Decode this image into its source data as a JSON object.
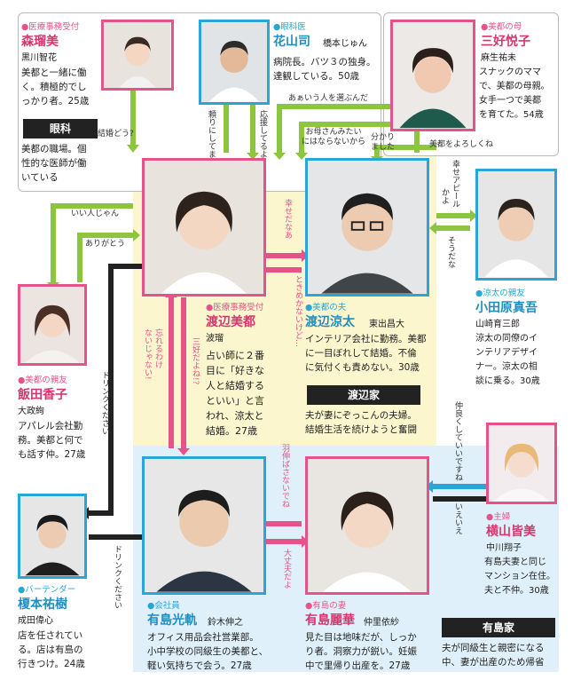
{
  "people": {
    "morirumi": {
      "role": "●医療事務受付",
      "name": "森瑠美",
      "actor": "黒川智花",
      "desc": [
        "美都と一緒に働",
        "く。積極的でし",
        "っかり者。25歳"
      ]
    },
    "hanayama": {
      "role": "●眼科医",
      "name": "花山司",
      "actor": "橋本じゅん",
      "desc": [
        "病院長。バツ３の独身。",
        "達観している。50歳"
      ]
    },
    "miyoshi": {
      "role": "●美都の母",
      "name": "三好悦子",
      "actor": "麻生祐未",
      "desc": [
        "スナックのママ",
        "で、美都の母親。",
        "女手一つで美都",
        "を育てた。54歳"
      ]
    },
    "mito": {
      "role": "●医療事務受付",
      "name": "渡辺美都",
      "actor": "波瑠",
      "desc": [
        "占い師に２番",
        "目に「好きな",
        "人と結婚する",
        "といい」と言",
        "われ、涼太と",
        "結婚。27歳"
      ]
    },
    "ryota": {
      "role": "●美都の夫",
      "name": "渡辺涼太",
      "actor": "東出昌大",
      "desc": [
        "インテリア会社に勤務。美都",
        "に一目ぼれして結婚。不倫",
        "に気付くも責めない。30歳"
      ]
    },
    "odawara": {
      "role": "●涼太の親友",
      "name": "小田原真吾",
      "actor": "山崎育三郎",
      "desc": [
        "涼太の同僚のイ",
        "ンテリアデザイ",
        "ナー。涼太の相",
        "談に乗る。30歳"
      ]
    },
    "iida": {
      "role": "●美都の親友",
      "name": "飯田香子",
      "actor": "大政絢",
      "desc": [
        "アパレル会社勤",
        "務。美都と何で",
        "も話す仲。27歳"
      ]
    },
    "yokoyama": {
      "role": "●主婦",
      "name": "横山皆美",
      "actor": "中川翔子",
      "desc": [
        "有島夫妻と同じ",
        "マンション在住。",
        "夫と不仲。30歳"
      ]
    },
    "enomoto": {
      "role": "●バーテンダー",
      "name": "榎本祐樹",
      "actor": "成田偉心",
      "desc": [
        "店を任されてい",
        "る。店は有島の",
        "行きつけ。24歳"
      ]
    },
    "mitsuki": {
      "role": "●会社員",
      "name": "有島光軌",
      "actor": "鈴木伸之",
      "desc": [
        "オフィス用品会社営業部。",
        "小中学校の同級生の美都と、",
        "軽い気持ちで会う。27歳"
      ]
    },
    "reika": {
      "role": "●有島の妻",
      "name": "有島麗華",
      "actor": "仲里依紗",
      "desc": [
        "見た目は地味だが、しっか",
        "り者。洞察力が鋭い。妊娠",
        "中で里帰り出産を。27歳"
      ]
    }
  },
  "groups": {
    "ganka": {
      "title": "眼科",
      "desc": [
        "美都の職場。個",
        "性的な医師が働",
        "いている"
      ]
    },
    "watanabe": {
      "title": "渡辺家",
      "desc": [
        "夫が妻にぞっこんの夫婦。",
        "結婚生活を続けようと奮闘"
      ]
    },
    "arishima": {
      "title": "有島家",
      "desc": [
        "夫が同級生と親密になる",
        "中、妻が出産のため帰省"
      ]
    }
  },
  "relations": {
    "kekkon_dou": "結婚どう?",
    "tanomi_ni_shitemasu": "頼りにしてます",
    "ouen_shiteru_yo": "応援してるよ",
    "aaiu_hito": "あぁいう人を選ぶんだ",
    "okaasan_mitai": [
      "お母さんみたい",
      "にはならないから"
    ],
    "wakarimashita": [
      "分かり",
      "ました"
    ],
    "mito_yoroshiku": "美都をよろしくね",
    "shiawase_appeal": [
      "幸せアピール",
      "かよ"
    ],
    "sou_da_na": "そうだな",
    "ii_hito_janai": "いい人じゃん",
    "arigatou": "ありがとう",
    "shiawase_da_naa": "幸せだなあ",
    "tokimeka_nai": "ときめかないけど…",
    "wasureru_wake": [
      "忘れるわけ",
      "ないじゃない!"
    ],
    "miyoshi_da_yo": "三好だよね!?",
    "drink_1": "ドリンクください",
    "hanebasi": "羽伸ばさないでね",
    "daijoubu": "大丈夫だよ",
    "nakayoku": [
      "仲良くしていいですね"
    ],
    "iieie": "いえいえ",
    "drink_2": "ドリンクください"
  },
  "colors": {
    "pink": "#e6538a",
    "blue": "#2aa6d6",
    "green": "#8cc63f",
    "black": "#222222",
    "watanabe_bg": "#fcf6cf",
    "arishima_bg": "#dff0fa"
  }
}
